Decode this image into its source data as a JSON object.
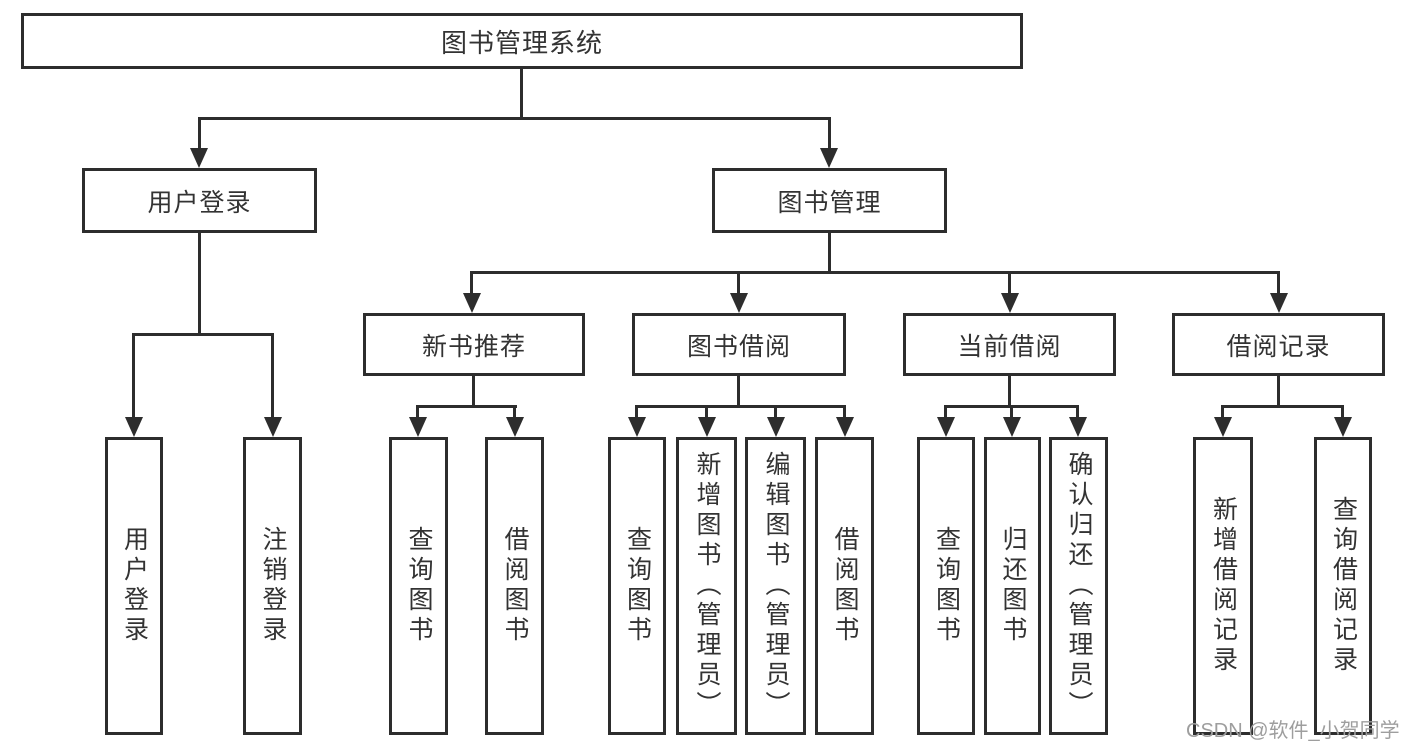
{
  "diagram": {
    "title": "图书管理系统",
    "level2": [
      {
        "label": "用户登录"
      },
      {
        "label": "图书管理"
      }
    ],
    "level3": [
      {
        "label": "新书推荐"
      },
      {
        "label": "图书借阅"
      },
      {
        "label": "当前借阅"
      },
      {
        "label": "借阅记录"
      }
    ],
    "leaves": [
      {
        "label": "用户登录"
      },
      {
        "label": "注销登录"
      },
      {
        "label": "查询图书"
      },
      {
        "label": "借阅图书"
      },
      {
        "label": "查询图书"
      },
      {
        "label": "新增图书（管理员）"
      },
      {
        "label": "编辑图书（管理员）"
      },
      {
        "label": "借阅图书"
      },
      {
        "label": "查询图书"
      },
      {
        "label": "归还图书"
      },
      {
        "label": "确认归还（管理员）"
      },
      {
        "label": "新增借阅记录"
      },
      {
        "label": "查询借阅记录"
      }
    ],
    "colors": {
      "line": "#2d2d2d",
      "text": "#333333",
      "watermark": "#9e9e9e",
      "background": "#ffffff"
    }
  },
  "watermark": {
    "text": "CSDN @软件_小贺同学"
  }
}
